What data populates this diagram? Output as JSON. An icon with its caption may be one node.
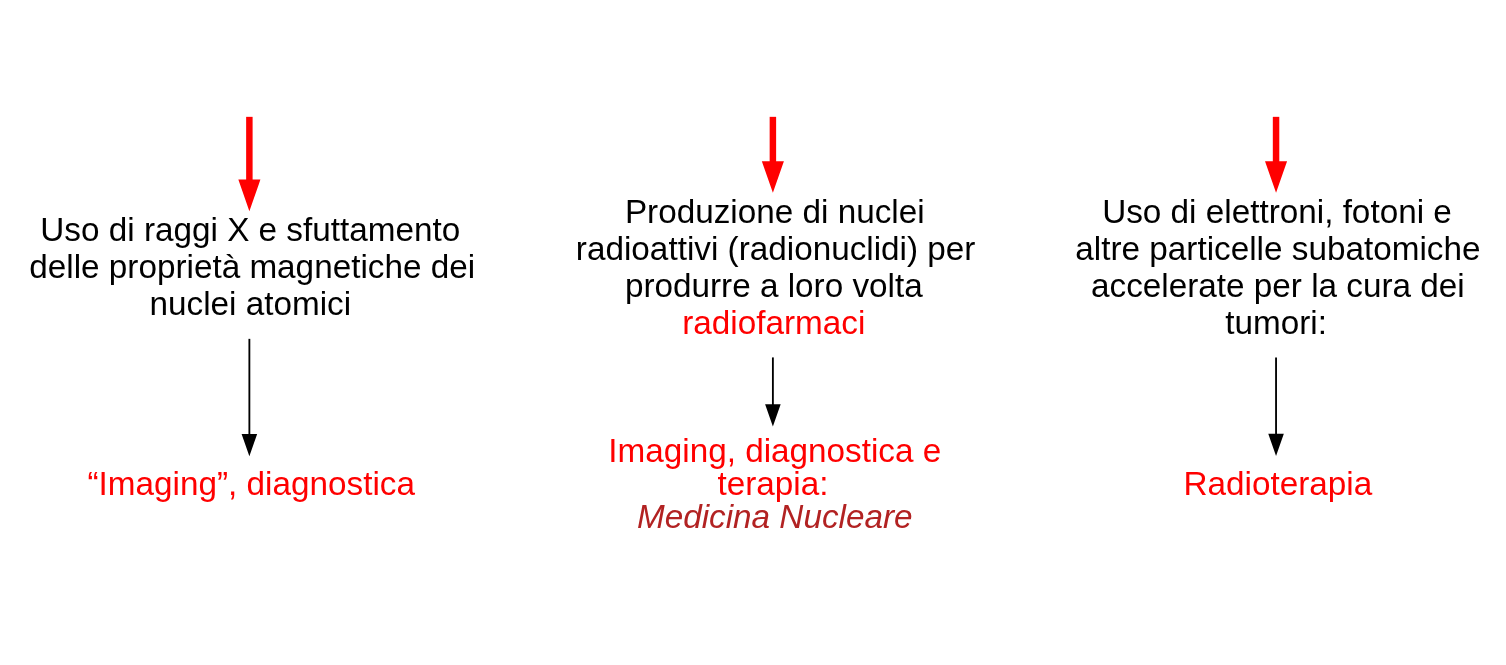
{
  "diagram": {
    "nodes": [
      {
        "text": [
          "Uso di raggi X e sfuttamento delle proprietà magnetiche dei nuclei atomici"
        ]
      },
      {
        "text": [
          "Produzione di nuclei radioattivi (radionuclidi) per produrre a loro volta",
          "radiofarmaci"
        ]
      },
      {
        "text": [
          "Uso di elettroni, fotoni e altre particelle subatomiche accelerate per la cura dei tumori:"
        ]
      },
      {
        "text": [
          "“Imaging”, diagnostica"
        ]
      },
      {
        "text": [
          "Imaging, diagnostica e terapia:",
          "Medicina Nucleare"
        ]
      },
      {
        "text": [
          "Radioterapia"
        ]
      }
    ],
    "edges": [
      {
        "from": null,
        "to": 0,
        "arrow": "to",
        "style": "thick",
        "color": "#ff0000"
      },
      {
        "from": null,
        "to": 1,
        "arrow": "to",
        "style": "thick",
        "color": "#ff0000"
      },
      {
        "from": null,
        "to": 2,
        "arrow": "to",
        "style": "thick",
        "color": "#ff0000"
      },
      {
        "from": 0,
        "to": 3,
        "arrow": "to",
        "color": "#000000"
      },
      {
        "from": 1,
        "to": 4,
        "arrow": "to",
        "color": "#000000"
      },
      {
        "from": 2,
        "to": 5,
        "arrow": "to",
        "color": "#000000"
      }
    ]
  }
}
